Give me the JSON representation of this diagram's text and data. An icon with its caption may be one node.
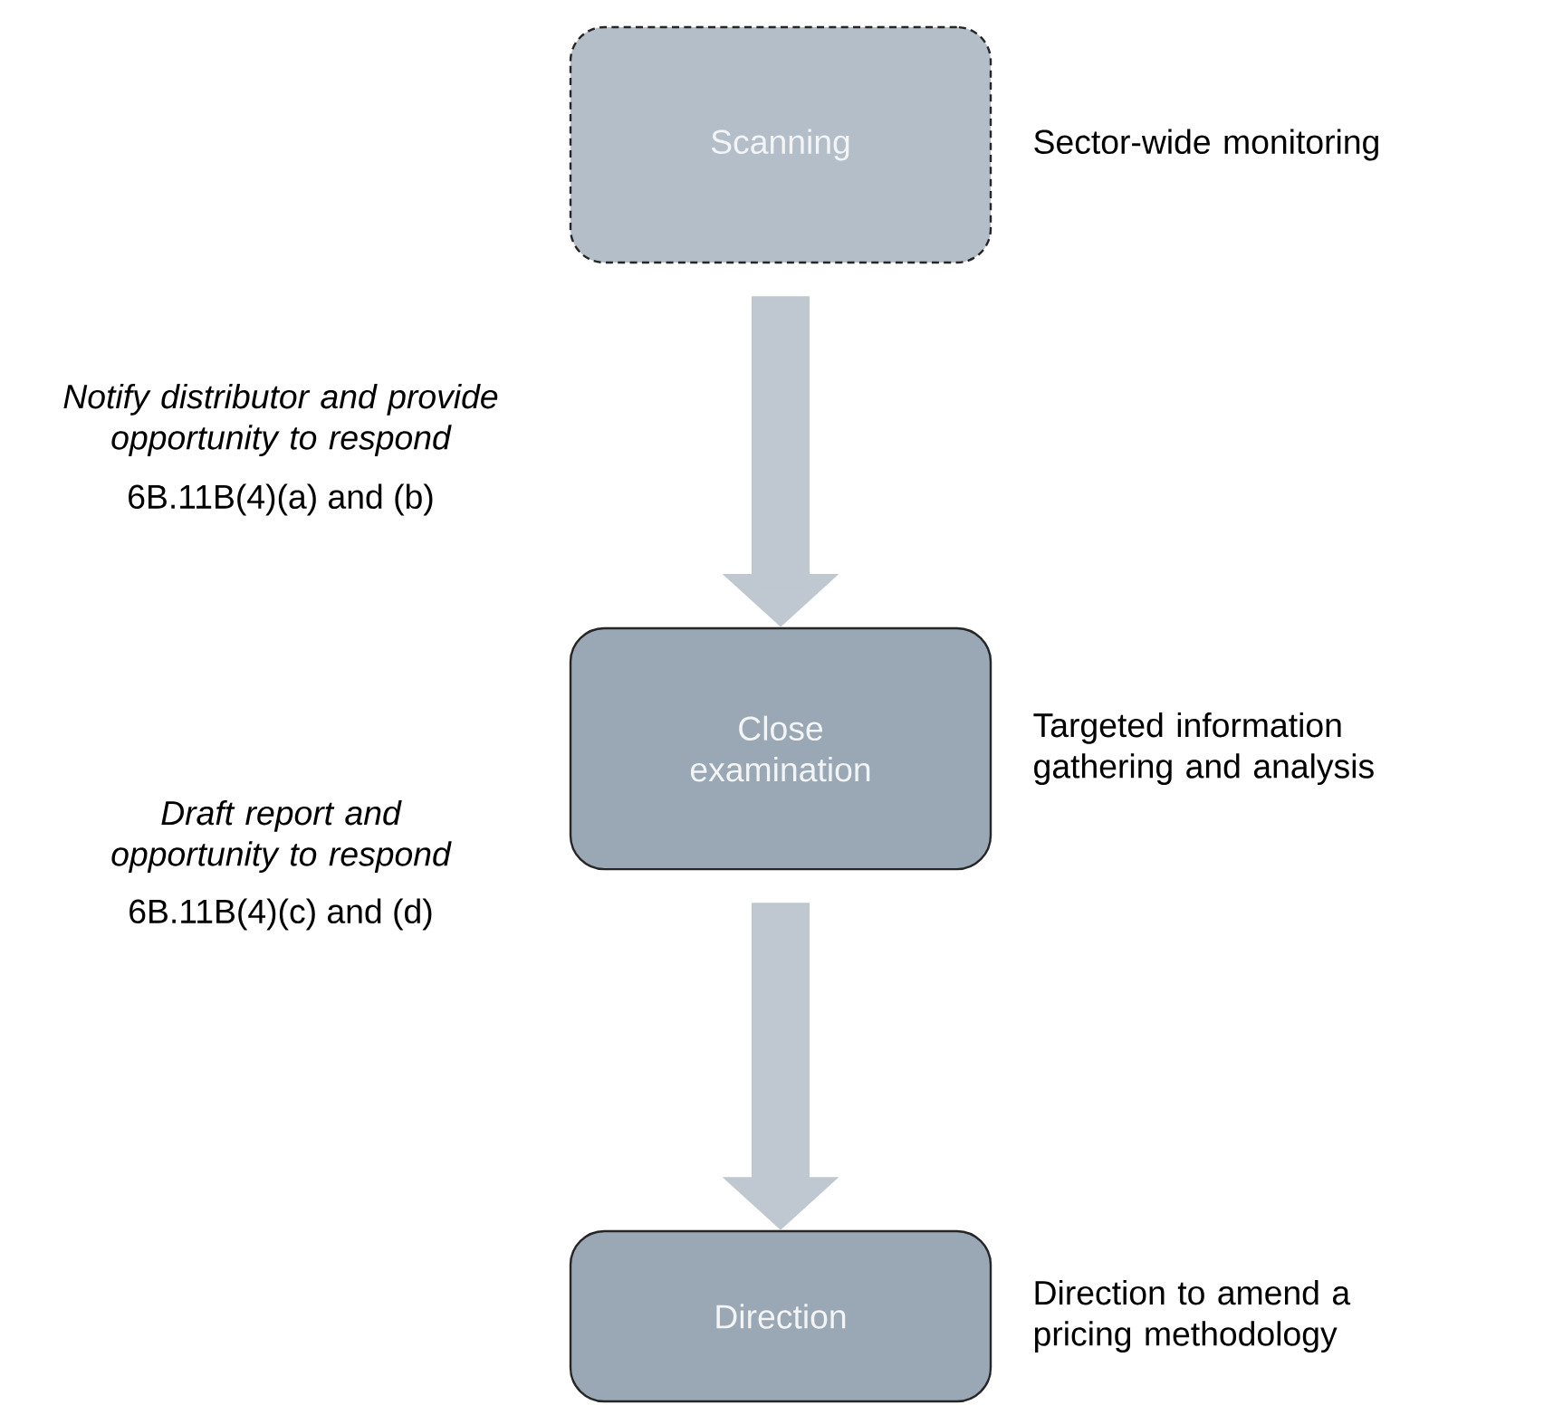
{
  "diagram": {
    "nodes": [
      {
        "text": [
          "Scanning"
        ],
        "beside": [
          "Sector-wide monitoring"
        ]
      },
      {
        "text": [
          "Close examination"
        ],
        "beside": [
          "Targeted information gathering and analysis"
        ]
      },
      {
        "text": [
          "Direction"
        ],
        "beside": [
          "Direction to amend a pricing methodology"
        ]
      }
    ],
    "edges": [
      {
        "from": 0,
        "to": 1,
        "arrow": "to"
      },
      {
        "from": 1,
        "to": 2,
        "arrow": "to"
      }
    ],
    "labels": [
      "Notify distributor and provide opportunity to respond",
      "6B.11B(4)(a) and (b)",
      "Draft report and opportunity to respond",
      "6B.11B(4)(c) and (d)"
    ]
  }
}
